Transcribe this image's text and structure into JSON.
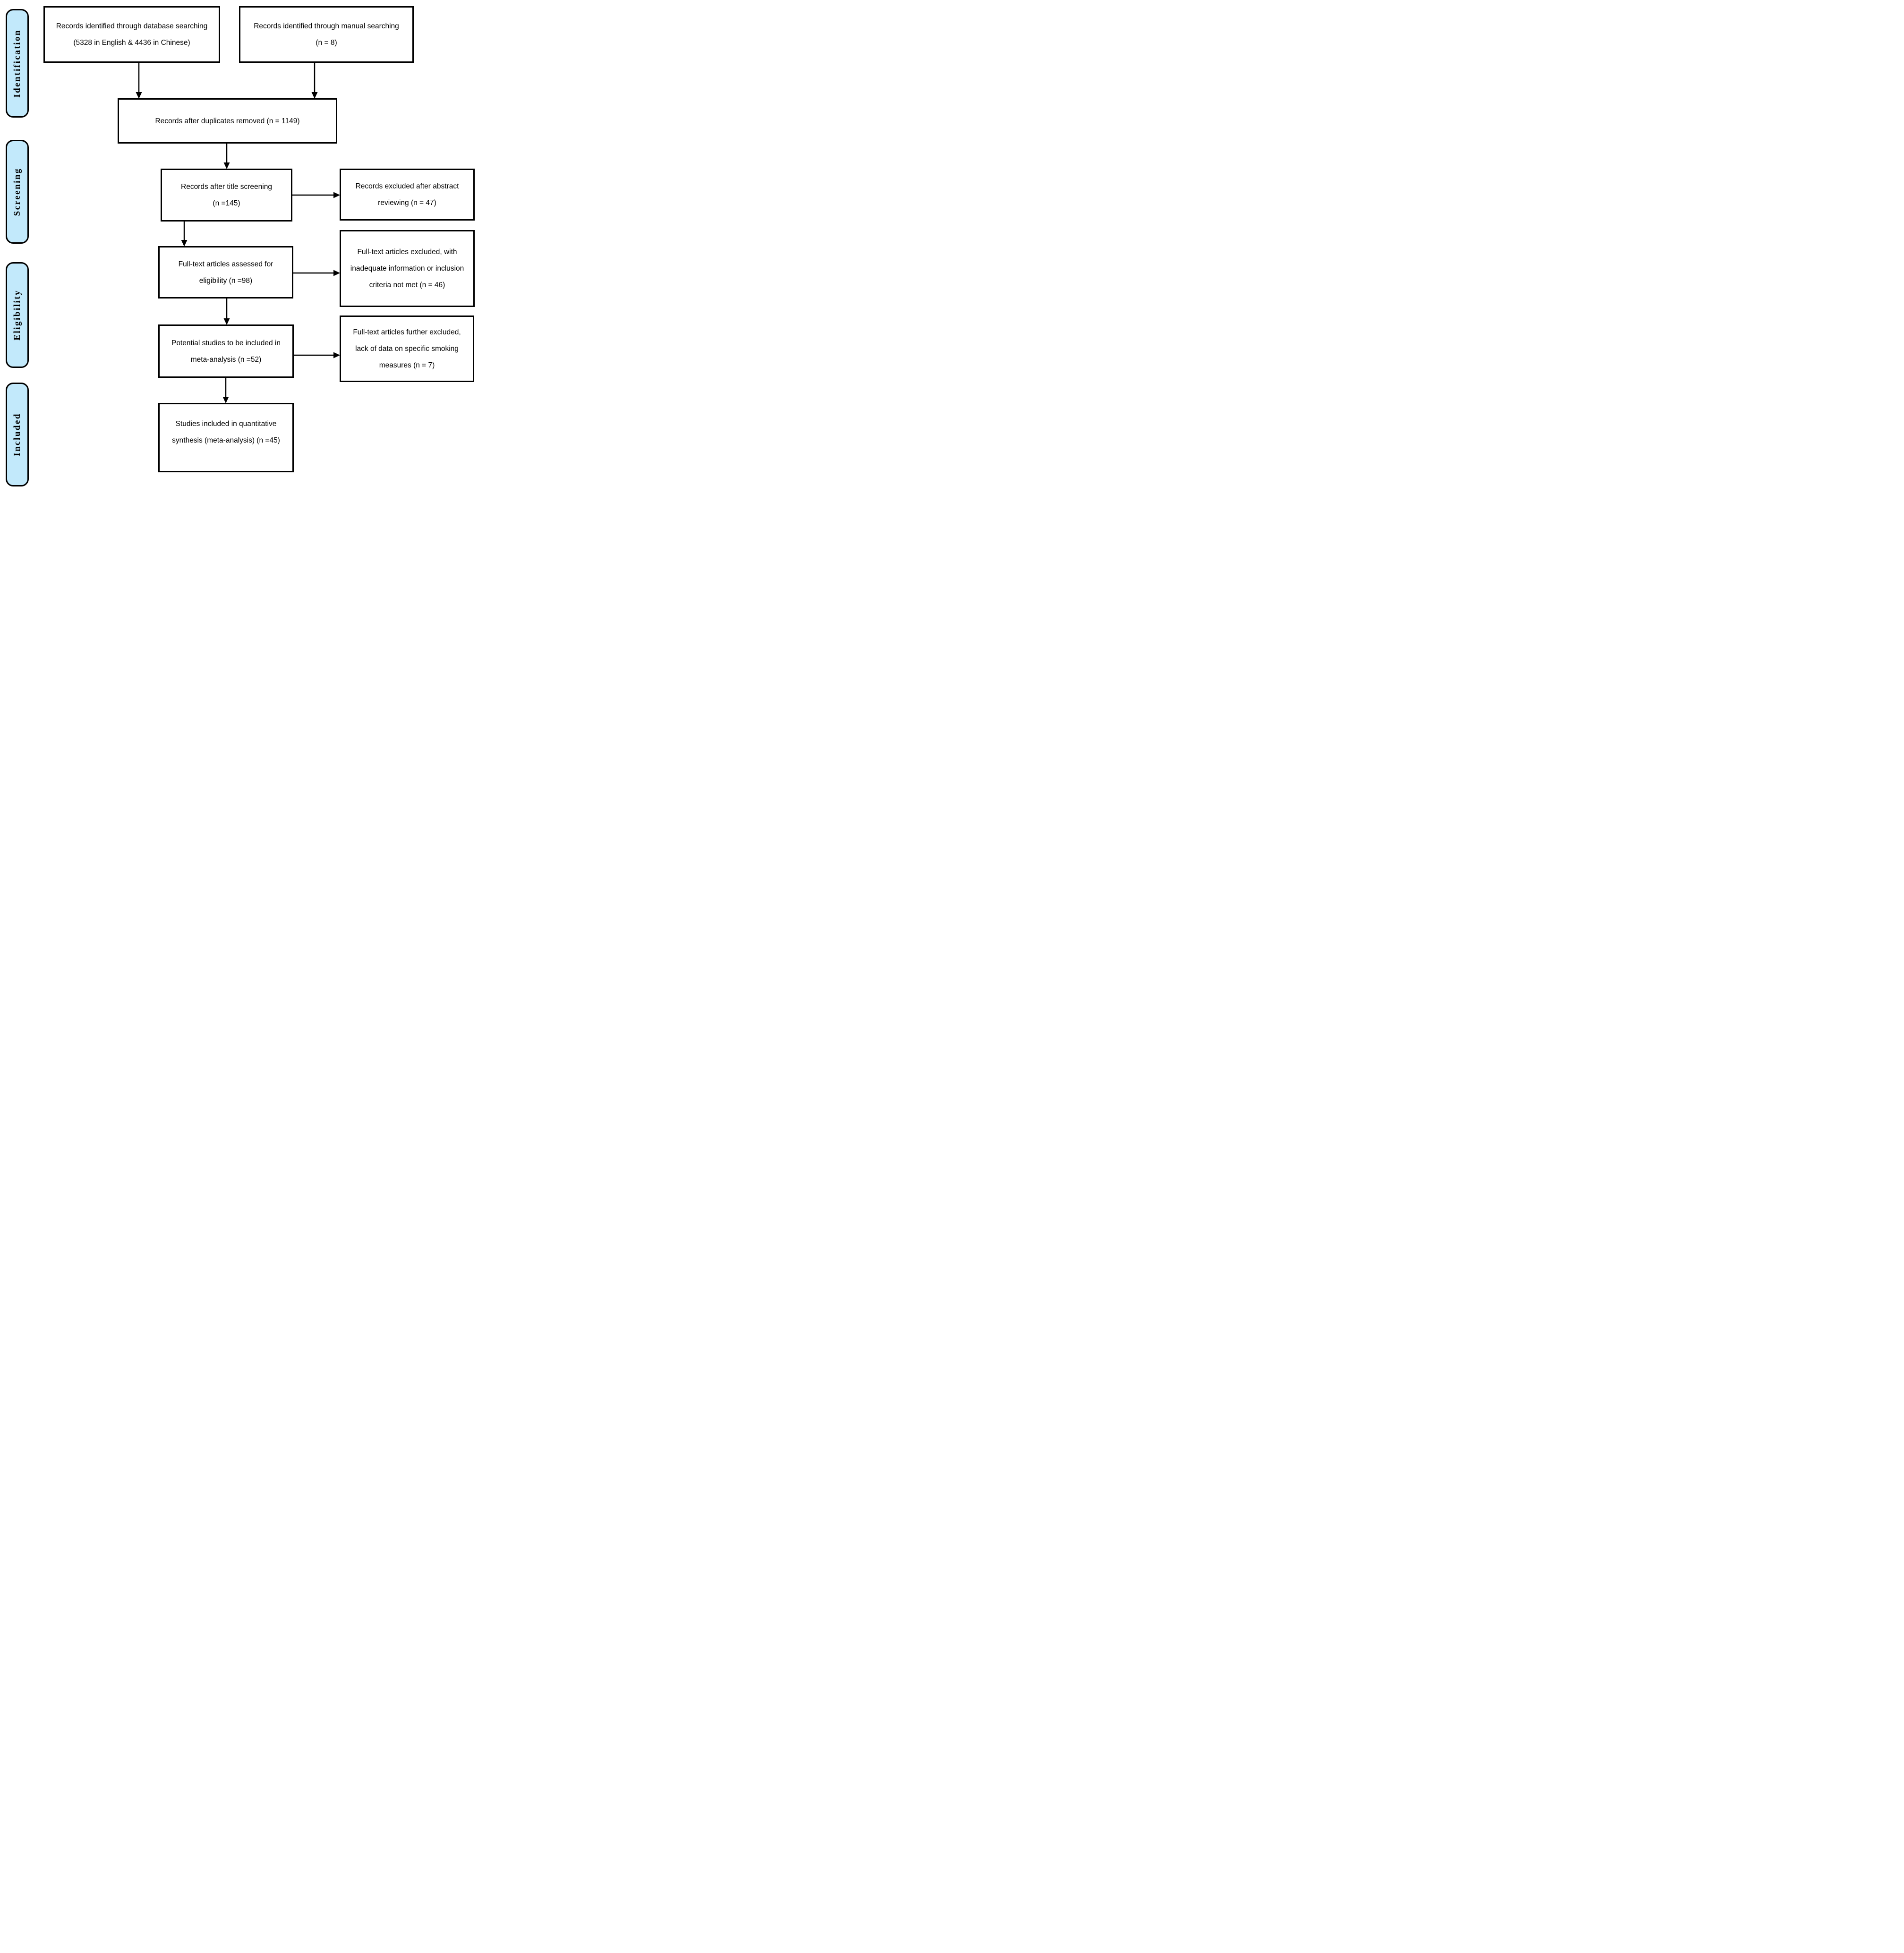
{
  "stages": [
    {
      "label": "Identification"
    },
    {
      "label": "Screening"
    },
    {
      "label": "Eligibility"
    },
    {
      "label": "Included"
    }
  ],
  "boxes": {
    "database_search": {
      "lines": [
        "Records identified through database searching",
        "(5328 in English & 4436 in Chinese)"
      ]
    },
    "manual_search": {
      "lines": [
        "Records identified through manual searching",
        "(n = 8)"
      ]
    },
    "duplicates_removed": {
      "lines": [
        "Records after duplicates removed (n = 1149)"
      ]
    },
    "title_screening": {
      "lines": [
        "Records after title screening",
        "(n =145)"
      ]
    },
    "abstract_excluded": {
      "lines": [
        "Records excluded after abstract",
        "reviewing (n = 47)"
      ]
    },
    "fulltext_assessed": {
      "lines": [
        "Full-text articles assessed for",
        "eligibility (n =98)"
      ]
    },
    "fulltext_excluded": {
      "lines": [
        "Full-text articles excluded, with",
        "inadequate information or inclusion",
        "criteria not met (n = 46)"
      ]
    },
    "potential_studies": {
      "lines": [
        "Potential studies to be included in",
        "meta-analysis (n =52)"
      ]
    },
    "further_excluded": {
      "lines": [
        "Full-text articles further excluded,",
        "lack of data on specific smoking",
        "measures (n = 7)"
      ]
    },
    "included_studies": {
      "lines": [
        "Studies included in quantitative",
        "synthesis (meta-analysis) (n =45)"
      ]
    }
  },
  "colors": {
    "stage_fill": "#C2E9FB",
    "stage_border": "#000000",
    "box_border": "#000000",
    "box_fill": "#FFFFFF",
    "arrow": "#000000",
    "background": "#FFFFFF"
  }
}
